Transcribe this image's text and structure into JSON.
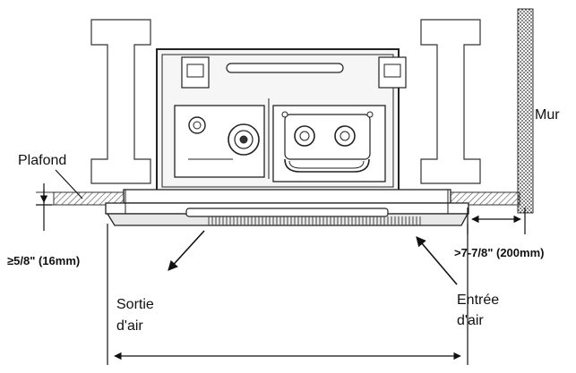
{
  "labels": {
    "wall": "Mur",
    "ceiling": "Plafond",
    "left_dim": "≥5/8\" (16mm)",
    "right_dim": ">7-7/8\" (200mm)",
    "outlet_line1": "Sortie",
    "outlet_line2": "d'air",
    "inlet_line1": "Entrée",
    "inlet_line2": "d'air"
  }
}
